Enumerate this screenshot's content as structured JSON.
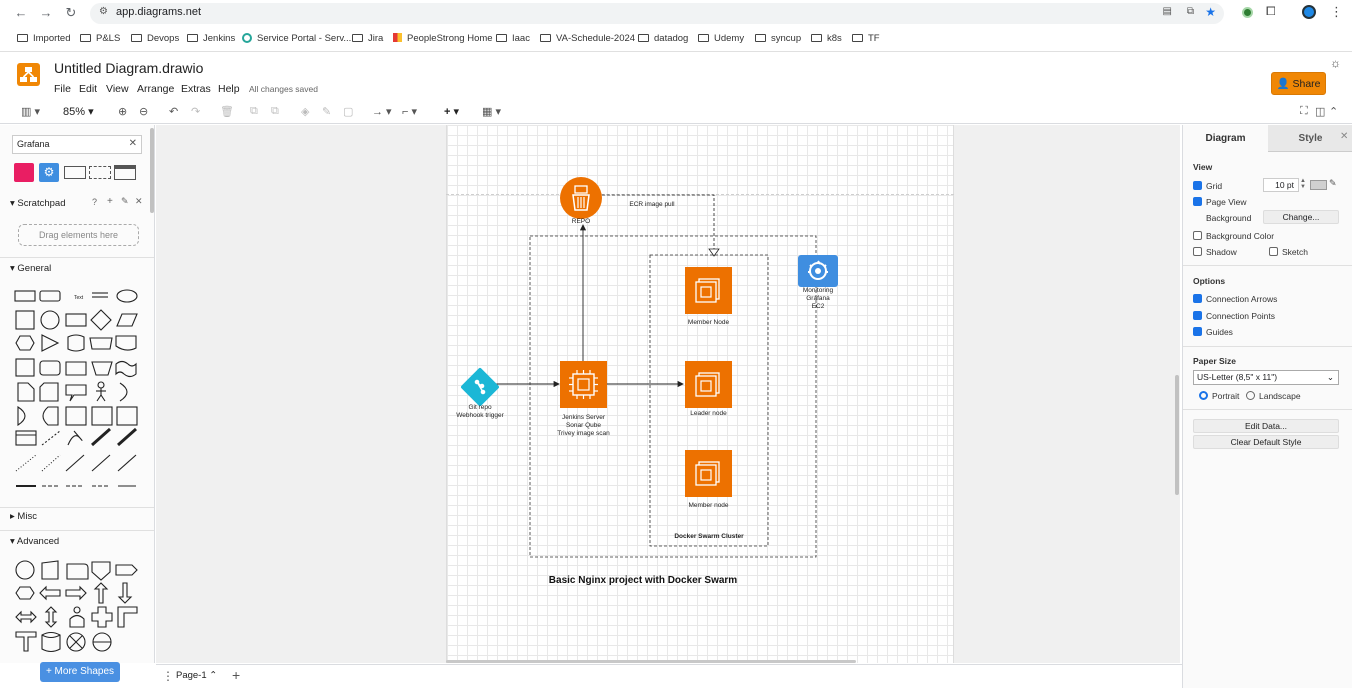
{
  "browser": {
    "url": "app.diagrams.net",
    "bookmarks": [
      "Imported",
      "P&LS",
      "Devops",
      "Jenkins",
      "Service Portal - Serv...",
      "Jira",
      "PeopleStrong Home",
      "Iaac",
      "VA-Schedule-2024",
      "datadog",
      "Udemy",
      "syncup",
      "k8s",
      "TF"
    ]
  },
  "app": {
    "title": "Untitled Diagram.drawio",
    "menu": [
      "File",
      "Edit",
      "View",
      "Arrange",
      "Extras",
      "Help"
    ],
    "save_status": "All changes saved",
    "share_label": "Share"
  },
  "toolbar": {
    "zoom": "85%"
  },
  "left_panel": {
    "search_value": "Grafana",
    "scratchpad_title": "Scratchpad",
    "scratchpad_placeholder": "Drag elements here",
    "general_title": "General",
    "misc_title": "Misc",
    "advanced_title": "Advanced",
    "more_shapes_label": "+ More Shapes"
  },
  "bottom": {
    "page_tab": "Page-1"
  },
  "diagram": {
    "repo_label": "REPO",
    "ecr_label": "ECR image pull",
    "git_line1": "Git repo",
    "git_line2": "Webhook trigger",
    "jenkins_line1": "Jenkins Server",
    "jenkins_line2": "Sonar Qube",
    "jenkins_line3": "Trivey image scan",
    "member_node_1": "Member Node",
    "leader_node": "Leader node",
    "member_node_2": "Member node",
    "cluster_label": "Docker Swarm Cluster",
    "monitor_line1": "Monitoring",
    "monitor_line2": "Grafana",
    "monitor_line3": "EC2",
    "caption": "Basic Nginx project with Docker Swarm"
  },
  "right_panel": {
    "tab_diagram": "Diagram",
    "tab_style": "Style",
    "view_title": "View",
    "grid_label": "Grid",
    "grid_size": "10 pt",
    "page_view_label": "Page View",
    "background_label": "Background",
    "change_label": "Change...",
    "background_color_label": "Background Color",
    "shadow_label": "Shadow",
    "sketch_label": "Sketch",
    "options_title": "Options",
    "connection_arrows_label": "Connection Arrows",
    "connection_points_label": "Connection Points",
    "guides_label": "Guides",
    "paper_size_title": "Paper Size",
    "paper_size_value": "US-Letter (8,5\" x 11\")",
    "portrait_label": "Portrait",
    "landscape_label": "Landscape",
    "edit_data_label": "Edit Data...",
    "clear_style_label": "Clear Default Style"
  },
  "colors": {
    "aws_orange": "#ed7100",
    "drawio_orange": "#f08705",
    "git_cyan": "#1bb7d6",
    "grafana_blue": "#3f8ee0",
    "accent_blue": "#1a73e8"
  }
}
